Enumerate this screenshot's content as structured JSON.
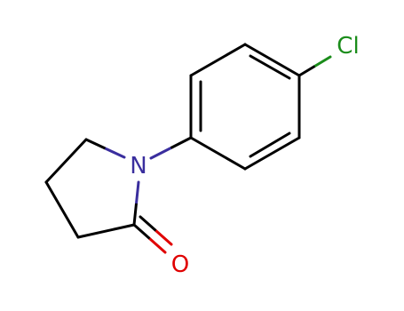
{
  "molecule": {
    "atoms": {
      "nitrogen": {
        "symbol": "N",
        "color": "#3a2e9e"
      },
      "oxygen": {
        "symbol": "O",
        "color": "#e00000"
      },
      "chlorine": {
        "symbol": "Cl",
        "color": "#1a8c1a"
      }
    },
    "bond_color": "#000000"
  }
}
